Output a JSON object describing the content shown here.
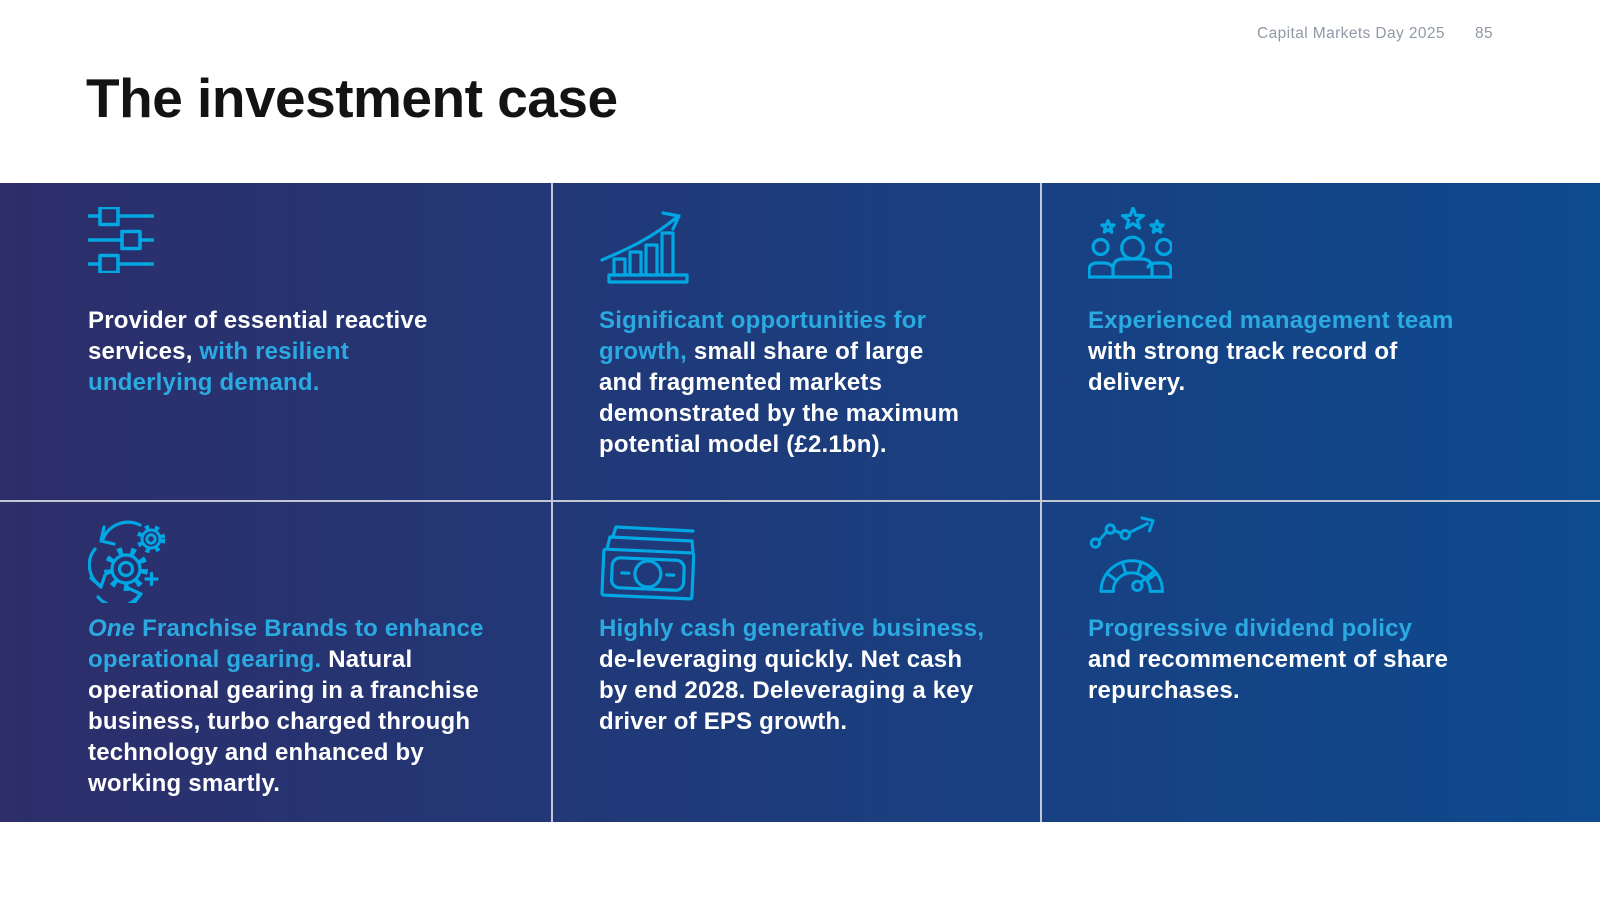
{
  "header": {
    "event": "Capital Markets Day 2025",
    "page": "85"
  },
  "title": "The investment case",
  "colors": {
    "page_background": "#FFFFFF",
    "title_text": "#131313",
    "header_text": "#9198A6",
    "band_gradient_left": "#2D2E6A",
    "band_gradient_right": "#0D4A8E",
    "divider": "#C2C7D3",
    "icon_stroke": "#00A7E2",
    "accent_text": "#2BAAE2",
    "body_text": "#FFFFFF"
  },
  "cards": [
    {
      "icon": "sliders-icon",
      "segments": [
        {
          "text": "Provider of essential reactive\nservices,",
          "style": "white"
        },
        {
          "text": " with resilient\nunderlying demand.",
          "style": "accent"
        }
      ]
    },
    {
      "icon": "growth-chart-icon",
      "segments": [
        {
          "text": "Significant opportunities for\ngrowth,",
          "style": "accent"
        },
        {
          "text": " small share of large\nand fragmented markets\ndemonstrated by the maximum\npotential model (£2.1bn).",
          "style": "white"
        }
      ]
    },
    {
      "icon": "management-team-icon",
      "segments": [
        {
          "text": "Experienced management team",
          "style": "accent"
        },
        {
          "text": "\nwith strong track record of\ndelivery.",
          "style": "white"
        }
      ]
    },
    {
      "icon": "gears-icon",
      "segments": [
        {
          "text": "One",
          "style": "accent-italic"
        },
        {
          "text": " Franchise Brands to enhance\noperational gearing.",
          "style": "accent"
        },
        {
          "text": " Natural\noperational gearing in a franchise\nbusiness, turbo charged through\ntechnology and enhanced by\nworking smartly.",
          "style": "white"
        }
      ]
    },
    {
      "icon": "banknote-icon",
      "segments": [
        {
          "text": "Highly cash generative business,",
          "style": "accent"
        },
        {
          "text": "\nde-leveraging quickly. Net cash\nby end 2028. Deleveraging a key\ndriver of EPS growth.",
          "style": "white"
        }
      ]
    },
    {
      "icon": "dividend-gauge-icon",
      "segments": [
        {
          "text": "Progressive dividend policy",
          "style": "accent"
        },
        {
          "text": "\nand recommencement of share\nrepurchases.",
          "style": "white"
        }
      ]
    }
  ]
}
